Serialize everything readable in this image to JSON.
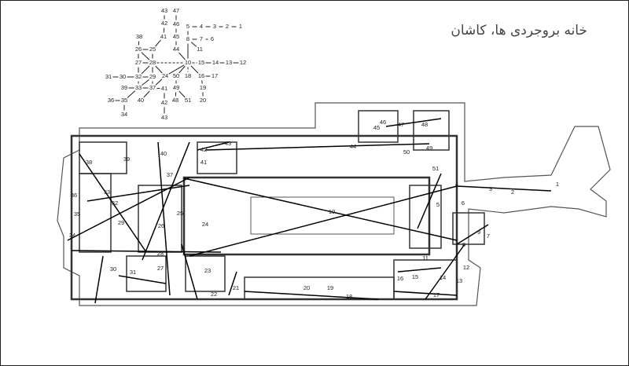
{
  "title": "خانه بروجردی ها، کاشان",
  "graph": {
    "nodes": [
      "43",
      "42",
      "41",
      "38",
      "26",
      "25",
      "27",
      "28",
      "31",
      "30",
      "32",
      "29",
      "39",
      "33",
      "37",
      "41",
      "40",
      "36",
      "35",
      "34",
      "24",
      "42",
      "43",
      "47",
      "46",
      "45",
      "44",
      "10",
      "5",
      "4",
      "3",
      "2",
      "1",
      "8",
      "7",
      "6",
      "11",
      "15",
      "14",
      "13",
      "12",
      "50",
      "18",
      "16",
      "17",
      "49",
      "48",
      "51",
      "19",
      "20"
    ],
    "edges": [
      [
        0,
        1
      ],
      [
        1,
        2
      ],
      [
        2,
        5
      ],
      [
        3,
        4
      ],
      [
        4,
        5
      ],
      [
        4,
        6
      ],
      [
        4,
        7
      ],
      [
        5,
        7
      ],
      [
        6,
        7
      ],
      [
        6,
        10
      ],
      [
        7,
        10
      ],
      [
        7,
        11
      ],
      [
        7,
        20
      ],
      [
        8,
        9
      ],
      [
        9,
        10
      ],
      [
        10,
        11
      ],
      [
        10,
        13
      ],
      [
        11,
        13
      ],
      [
        11,
        14
      ],
      [
        13,
        14
      ],
      [
        14,
        15
      ],
      [
        13,
        12
      ],
      [
        13,
        18
      ],
      [
        14,
        16
      ],
      [
        18,
        17
      ],
      [
        18,
        19
      ],
      [
        20,
        14
      ],
      [
        20,
        27
      ],
      [
        15,
        21
      ],
      [
        21,
        22
      ],
      [
        23,
        24
      ],
      [
        24,
        25
      ],
      [
        25,
        26
      ],
      [
        26,
        27
      ],
      [
        28,
        29
      ],
      [
        29,
        30
      ],
      [
        30,
        31
      ],
      [
        31,
        32
      ],
      [
        28,
        33
      ],
      [
        33,
        34
      ],
      [
        34,
        35
      ],
      [
        33,
        27
      ],
      [
        33,
        36
      ],
      [
        37,
        38
      ],
      [
        38,
        39
      ],
      [
        39,
        40
      ],
      [
        27,
        41
      ],
      [
        41,
        45
      ],
      [
        45,
        46
      ],
      [
        45,
        47
      ],
      [
        27,
        43
      ],
      [
        43,
        44
      ],
      [
        43,
        48
      ],
      [
        48,
        49
      ]
    ],
    "dashed_edges": [
      [
        7,
        27
      ],
      [
        27,
        37
      ],
      [
        27,
        42
      ]
    ]
  },
  "plan": {
    "rooms": [
      "1",
      "2",
      "3",
      "4",
      "5",
      "6",
      "7",
      "8",
      "9",
      "10",
      "11",
      "12",
      "13",
      "14",
      "15",
      "16",
      "17",
      "18",
      "19",
      "20",
      "21",
      "22",
      "23",
      "24",
      "25",
      "26",
      "27",
      "28",
      "29",
      "30",
      "31",
      "32",
      "33",
      "34",
      "35",
      "36",
      "37",
      "38",
      "39",
      "40",
      "41",
      "42",
      "43",
      "44",
      "45",
      "46",
      "47",
      "48",
      "49",
      "50",
      "51"
    ]
  }
}
